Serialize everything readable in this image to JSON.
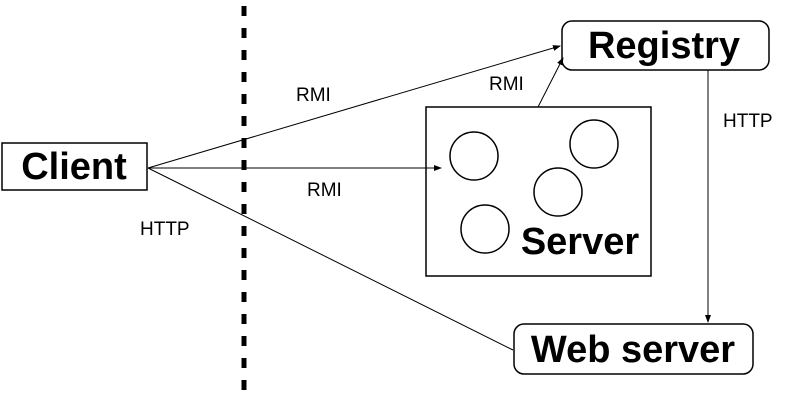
{
  "diagram": {
    "nodes": {
      "client": "Client",
      "registry": "Registry",
      "server": "Server",
      "web_server": "Web server"
    },
    "edges": {
      "client_to_registry": "RMI",
      "client_to_server": "RMI",
      "client_to_web_server": "HTTP",
      "server_to_registry": "RMI",
      "registry_to_web_server": "HTTP"
    },
    "server_objects_count": 4
  }
}
